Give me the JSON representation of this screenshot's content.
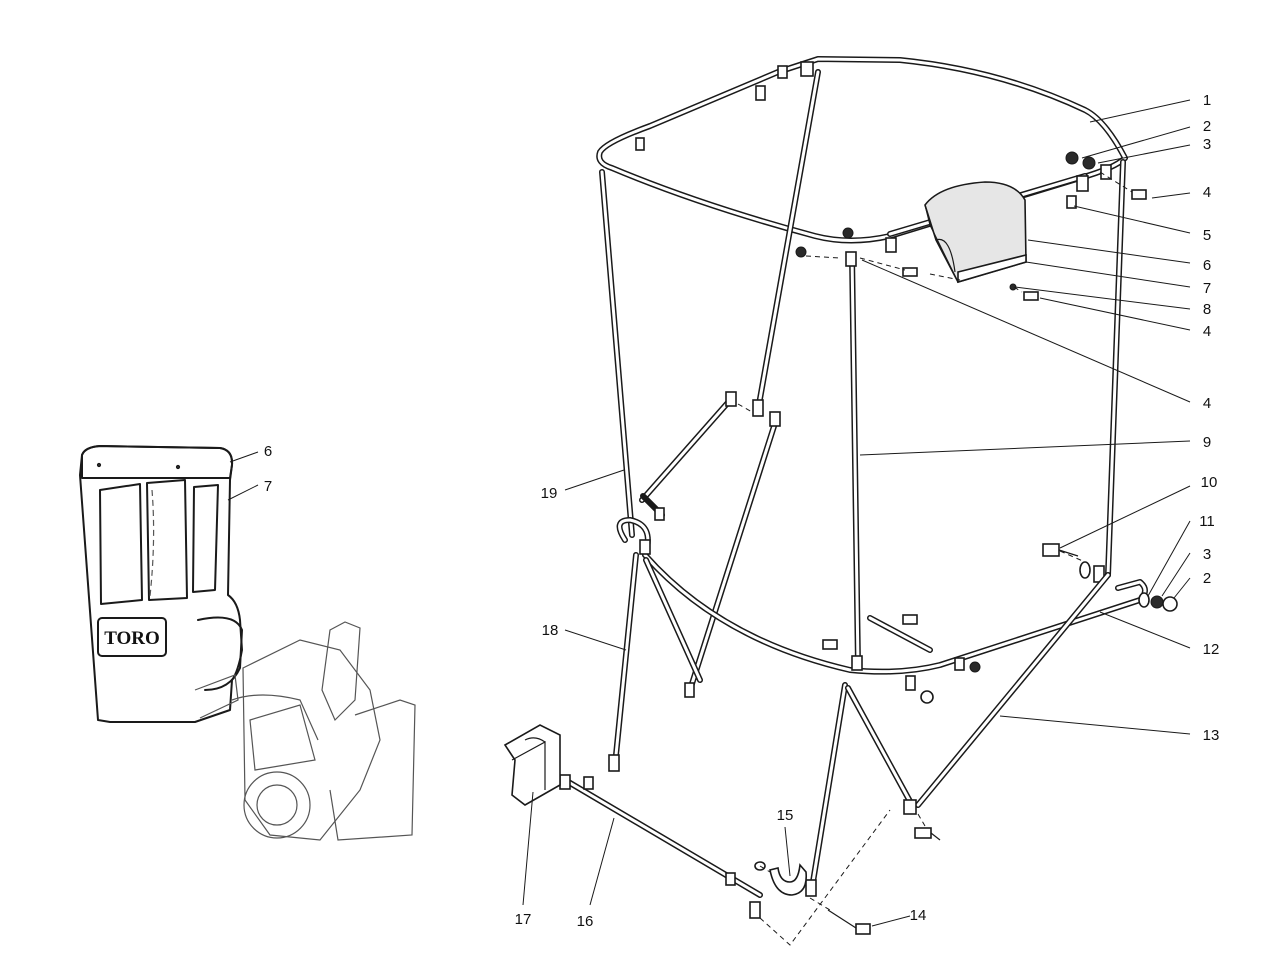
{
  "diagram": {
    "brand_text": "TORO",
    "inset_callouts": [
      "6",
      "7"
    ],
    "callouts": [
      "1",
      "2",
      "3",
      "4",
      "5",
      "6",
      "7",
      "8",
      "4",
      "4",
      "9",
      "10",
      "11",
      "3",
      "2",
      "12",
      "13",
      "14",
      "15",
      "16",
      "17",
      "18",
      "19"
    ]
  }
}
